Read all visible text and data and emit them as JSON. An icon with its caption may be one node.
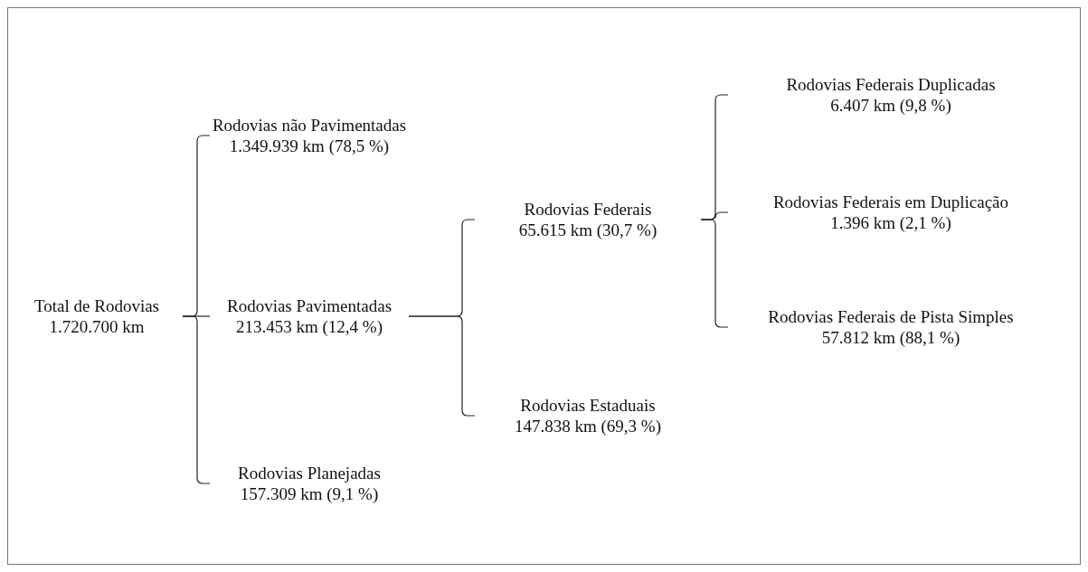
{
  "diagram": {
    "nodes": [
      {
        "text": [
          "Total de Rodovias",
          "1.720.700 km"
        ]
      },
      {
        "text": [
          "Rodovias não Pavimentadas",
          "1.349.939 km (78,5 %)"
        ]
      },
      {
        "text": [
          "Rodovias Pavimentadas",
          "213.453 km (12,4 %)"
        ]
      },
      {
        "text": [
          "Rodovias Planejadas",
          "157.309 km (9,1 %)"
        ]
      },
      {
        "text": [
          "Rodovias Federais",
          "65.615 km (30,7 %)"
        ]
      },
      {
        "text": [
          "Rodovias Estaduais",
          "147.838 km (69,3 %)"
        ]
      },
      {
        "text": [
          "Rodovias Federais Duplicadas",
          "6.407 km (9,8 %)"
        ]
      },
      {
        "text": [
          "Rodovias Federais em Duplicação",
          "1.396 km (2,1 %)"
        ]
      },
      {
        "text": [
          "Rodovias Federais de Pista Simples",
          "57.812 km (88,1 %)"
        ]
      }
    ],
    "edges": [
      {
        "from": 0,
        "to": 1,
        "arrow": "none"
      },
      {
        "from": 0,
        "to": 2,
        "arrow": "none"
      },
      {
        "from": 0,
        "to": 3,
        "arrow": "none"
      },
      {
        "from": 2,
        "to": 4,
        "arrow": "none"
      },
      {
        "from": 2,
        "to": 5,
        "arrow": "none"
      },
      {
        "from": 4,
        "to": 6,
        "arrow": "none"
      },
      {
        "from": 4,
        "to": 7,
        "arrow": "none"
      },
      {
        "from": 4,
        "to": 8,
        "arrow": "none"
      }
    ]
  }
}
